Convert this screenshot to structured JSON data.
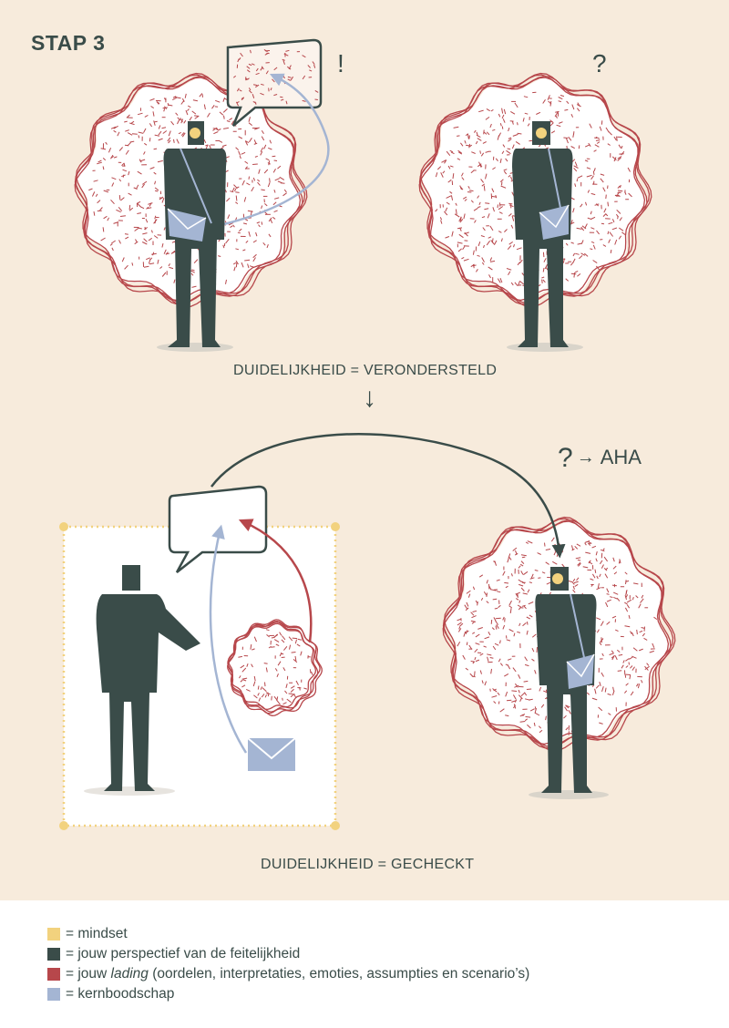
{
  "title": "STAP 3",
  "marks": {
    "exclamation": "!",
    "question": "?"
  },
  "captions": {
    "top": "DUIDELIJKHEID = VERONDERSTELD",
    "bottom": "DUIDELIJKHEID = GECHECKT"
  },
  "aha": {
    "question": "?",
    "arrow": "→",
    "word": "AHA"
  },
  "arrow_down": "↓",
  "colors": {
    "background": "#f7ebdc",
    "figure": "#3a4c49",
    "lading": "#b7474b",
    "kernboodschap": "#a4b5d3",
    "mindset": "#f2d27e"
  },
  "legend": [
    {
      "color": "yellow",
      "prefix": "= mindset",
      "italic": "",
      "suffix": ""
    },
    {
      "color": "dark",
      "prefix": "= jouw perspectief van de feitelijkheid",
      "italic": "",
      "suffix": ""
    },
    {
      "color": "red",
      "prefix": "= jouw ",
      "italic": "lading",
      "suffix": " (oordelen, interpretaties, emoties, assumpties en scenario’s)"
    },
    {
      "color": "blue",
      "prefix": "= kernboodschap",
      "italic": "",
      "suffix": ""
    }
  ]
}
